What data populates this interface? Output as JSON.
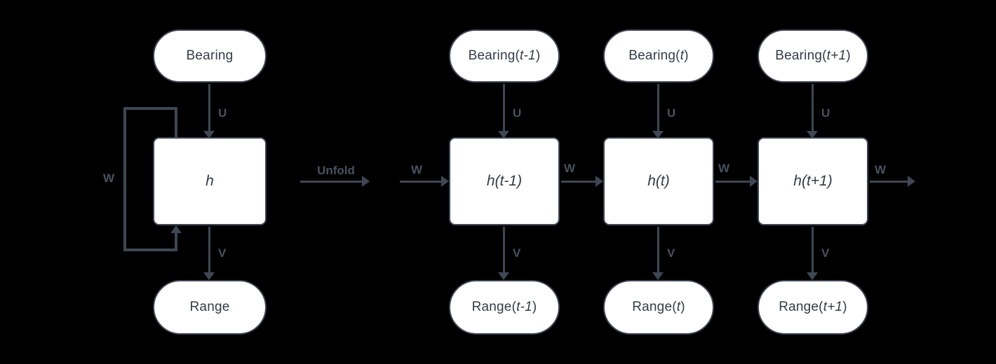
{
  "colors": {
    "background": "#000000",
    "node_fill": "#ffffff",
    "stroke": "#3e4753",
    "node_text": "#333c47",
    "edge_label_color": "#47525f"
  },
  "folded": {
    "input_label": "Bearing",
    "hidden_label": "h",
    "output_label": "Range",
    "u_label": "U",
    "v_label": "V",
    "w_label": "W"
  },
  "unfold_arrow": {
    "label": "Unfold"
  },
  "unfolded": {
    "w_out_label": "W",
    "columns": [
      {
        "input": {
          "prefix": "Bearing(",
          "time": "t-1",
          "suffix": ")"
        },
        "hidden_label": "h(t-1)",
        "output": {
          "prefix": "Range(",
          "time": "t-1",
          "suffix": ")"
        },
        "u_label": "U",
        "v_label": "V",
        "w_label": "W"
      },
      {
        "input": {
          "prefix": "Bearing(",
          "time": "t",
          "suffix": ")"
        },
        "hidden_label": "h(t)",
        "output": {
          "prefix": "Range(",
          "time": "t",
          "suffix": ")"
        },
        "u_label": "U",
        "v_label": "V",
        "w_label": "W"
      },
      {
        "input": {
          "prefix": "Bearing(",
          "time": "t+1",
          "suffix": ")"
        },
        "hidden_label": "h(t+1)",
        "output": {
          "prefix": "Range(",
          "time": "t+1",
          "suffix": ")"
        },
        "u_label": "U",
        "v_label": "V",
        "w_label": "W"
      }
    ]
  }
}
